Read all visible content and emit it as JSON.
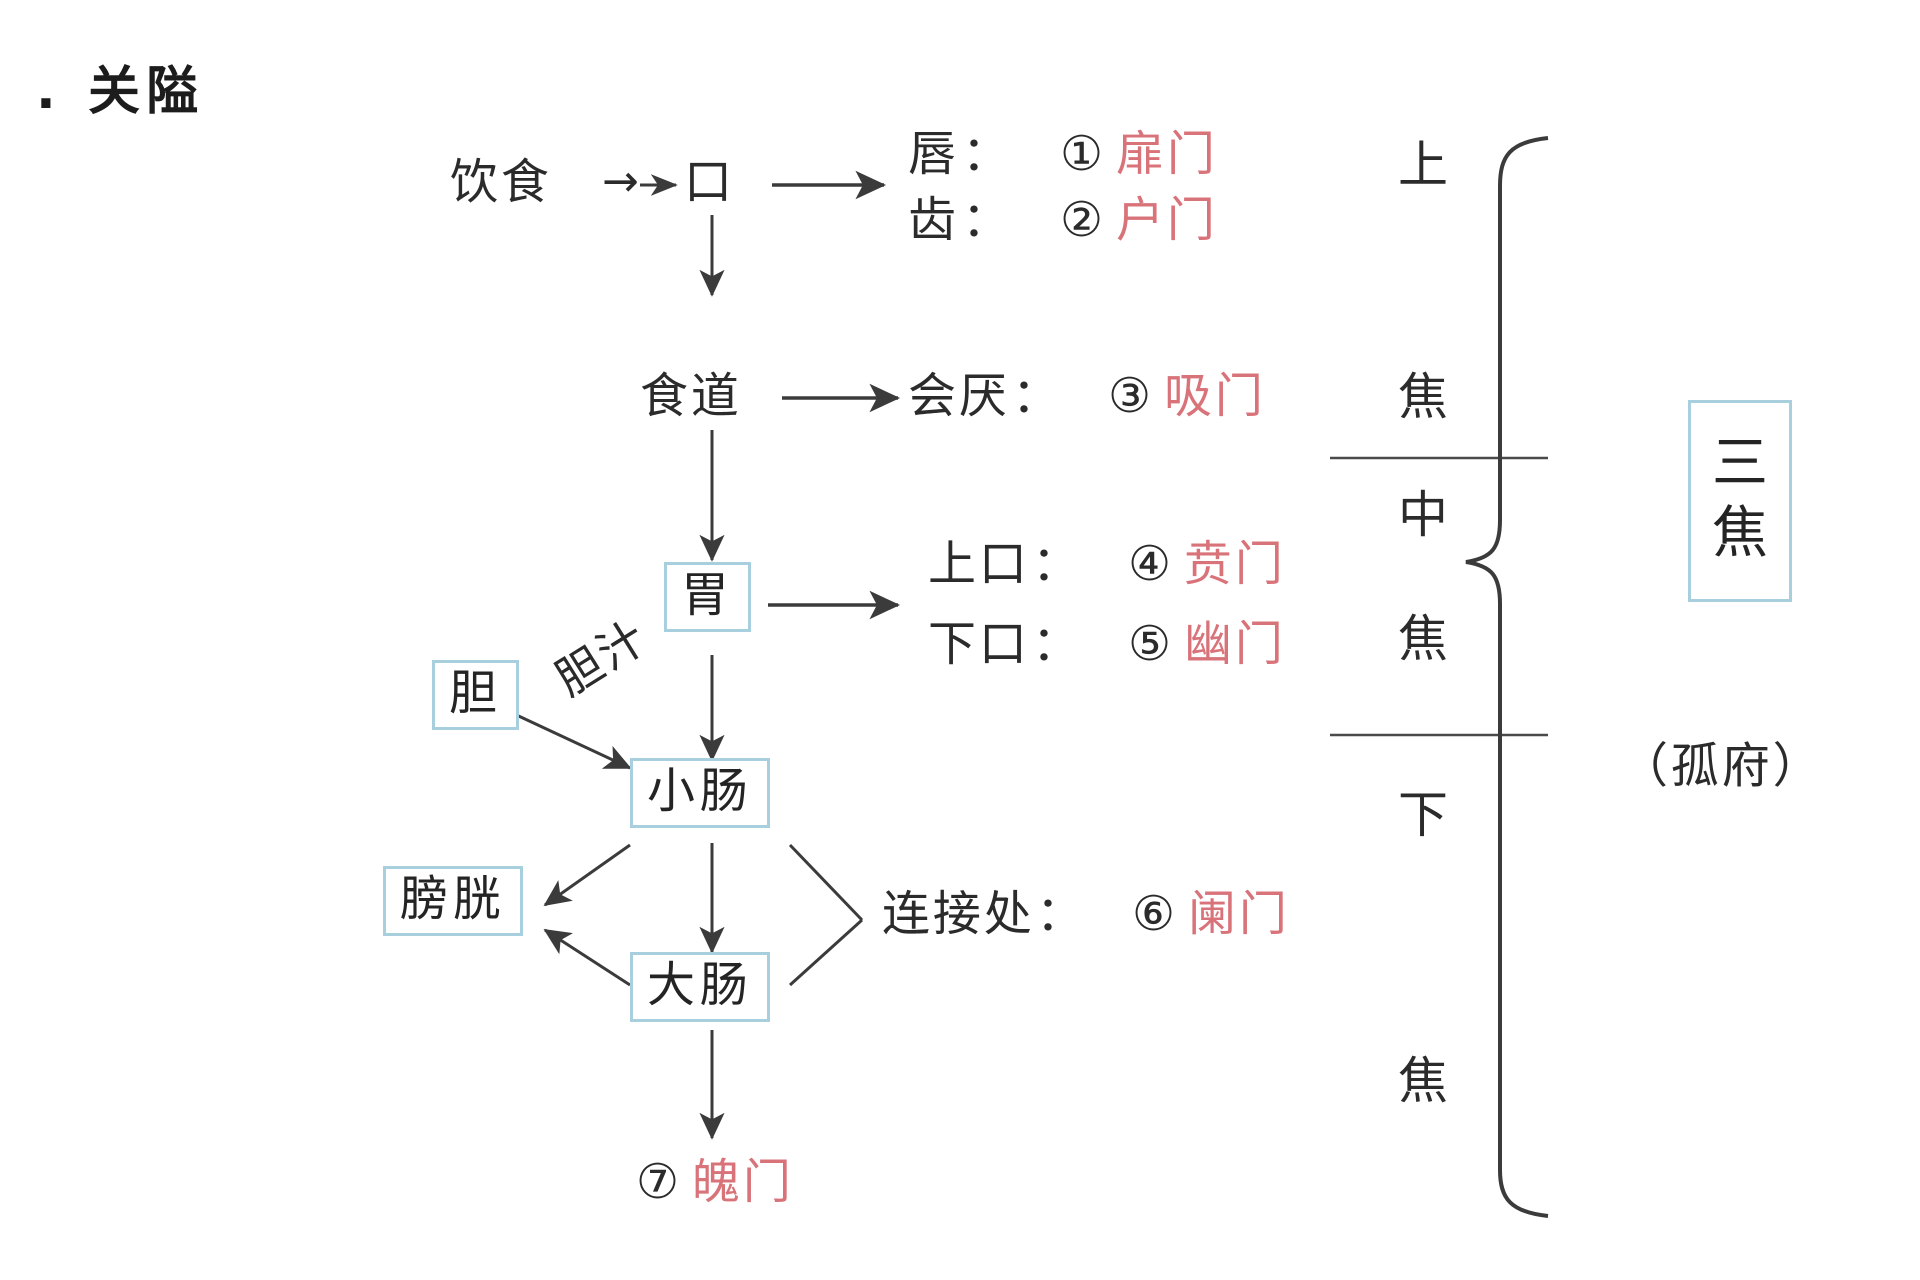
{
  "page": {
    "title_bullet": "·",
    "title": "关隘",
    "background_color": "#ffffff",
    "text_color": "#2b2b2b",
    "red_accent": "#d9737a",
    "box_border_color": "#a8cfdd"
  },
  "flow": {
    "food": "饮食",
    "arrow_small": "→",
    "mouth": "口",
    "esophagus": "食道",
    "stomach": "胃",
    "gallbladder": "胆",
    "bile": "胆汁",
    "small_intestine": "小肠",
    "bladder": "膀胱",
    "large_intestine": "大肠"
  },
  "gates": [
    {
      "num": "①",
      "site": "唇",
      "colon": "：",
      "name": "扉门"
    },
    {
      "num": "②",
      "site": "齿",
      "colon": "：",
      "name": "户门"
    },
    {
      "num": "③",
      "site": "会厌",
      "colon": "：",
      "name": "吸门"
    },
    {
      "num": "④",
      "site": "上口",
      "colon": "：",
      "name": "贲门"
    },
    {
      "num": "⑤",
      "site": "下口",
      "colon": "：",
      "name": "幽门"
    },
    {
      "num": "⑥",
      "site": "连接处",
      "colon": "：",
      "name": "阑门"
    },
    {
      "num": "⑦",
      "site": "",
      "colon": "",
      "name": "魄门"
    }
  ],
  "jiao": {
    "upper": [
      "上",
      "焦"
    ],
    "middle": [
      "中",
      "焦"
    ],
    "lower": [
      "下",
      "焦"
    ]
  },
  "sanjiao": {
    "chars": [
      "三",
      "焦"
    ],
    "alias": "（孤府）"
  }
}
